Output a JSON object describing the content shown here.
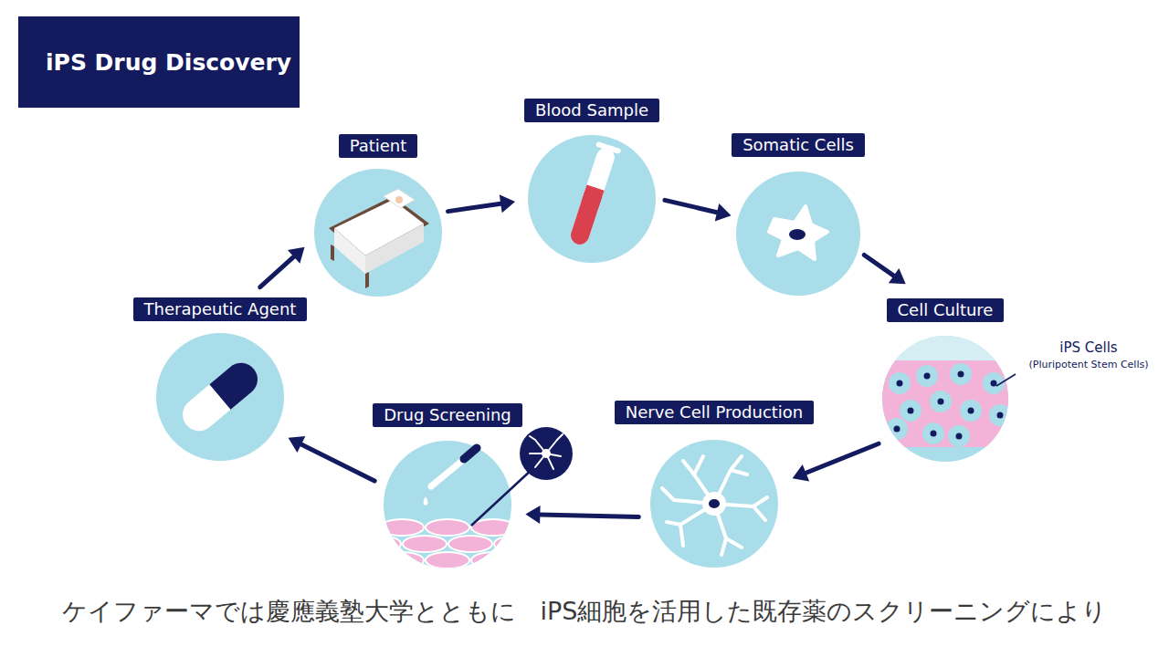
{
  "diagram": {
    "title": "iPS Drug Discovery",
    "caption": "ケイファーマでは慶應義塾大学とともに　iPS細胞を活用した既存薬のスクリーニングにより",
    "nodes": [
      {
        "text": [
          "Patient"
        ]
      },
      {
        "text": [
          "Blood Sample"
        ]
      },
      {
        "text": [
          "Somatic Cells"
        ]
      },
      {
        "text": [
          "Cell Culture"
        ]
      },
      {
        "text": [
          "Nerve Cell Production"
        ]
      },
      {
        "text": [
          "Drug Screening"
        ]
      },
      {
        "text": [
          "Therapeutic Agent"
        ]
      }
    ],
    "edges": [
      {
        "from": 0,
        "to": 1,
        "arrow": "to"
      },
      {
        "from": 1,
        "to": 2,
        "arrow": "to"
      },
      {
        "from": 2,
        "to": 3,
        "arrow": "to"
      },
      {
        "from": 3,
        "to": 4,
        "arrow": "to"
      },
      {
        "from": 4,
        "to": 5,
        "arrow": "to"
      },
      {
        "from": 5,
        "to": 6,
        "arrow": "to"
      },
      {
        "from": 6,
        "to": 0,
        "arrow": "to"
      }
    ],
    "labels": [
      "iPS Cells",
      "(Pluripotent Stem Cells)"
    ]
  }
}
